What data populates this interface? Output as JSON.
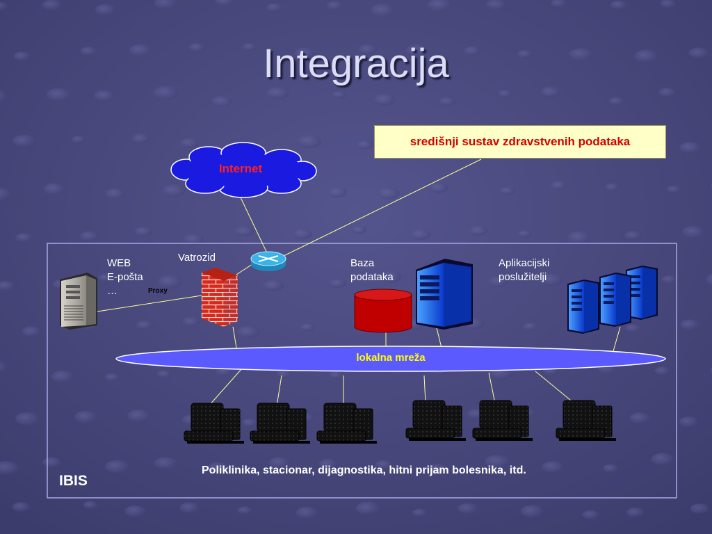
{
  "slide": {
    "title": "Integracija",
    "callout": "središnji sustav zdravstvenih podataka",
    "internet_label": "Internet",
    "firewall_label": "Vatrozid",
    "web_lines": [
      "WEB",
      "E-pošta",
      "…"
    ],
    "proxy_label": "Proxy",
    "db_lines": [
      "Baza",
      "podataka"
    ],
    "app_lines": [
      "Aplikacijski",
      "poslužitelji"
    ],
    "lan_label": "lokalna mreža",
    "bottom_caption": "Poliklinika, stacionar, dijagnostika, hitni prijam bolesnika, itd.",
    "ibis_label": "IBIS"
  },
  "colors": {
    "background": "#4a4a80",
    "lan_fill": "#5a5aff",
    "cloud_fill": "#1a1ae0",
    "callout_fill": "#ffffc8",
    "callout_text": "#d40000",
    "frame": "#a8a8e8",
    "connector": "#ffff99"
  },
  "icons": [
    "cloud-icon",
    "router-icon",
    "firewall-icon",
    "server-icon",
    "database-icon",
    "workstation-icon"
  ]
}
